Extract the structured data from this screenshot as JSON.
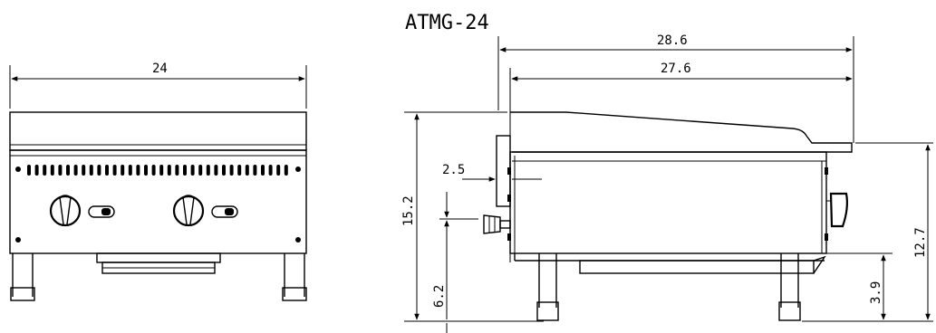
{
  "drawing": {
    "model": "ATMG-24",
    "front_view": {
      "width_dim": "24"
    },
    "side_view": {
      "overall_depth_dim": "28.6",
      "body_depth_dim": "27.6",
      "overall_height_dim": "15.2",
      "knob_projection_dim": "2.5",
      "valve_height_dim": "6.2",
      "cook_surface_height_dim": "12.7",
      "leg_height_dim": "3.9"
    }
  }
}
